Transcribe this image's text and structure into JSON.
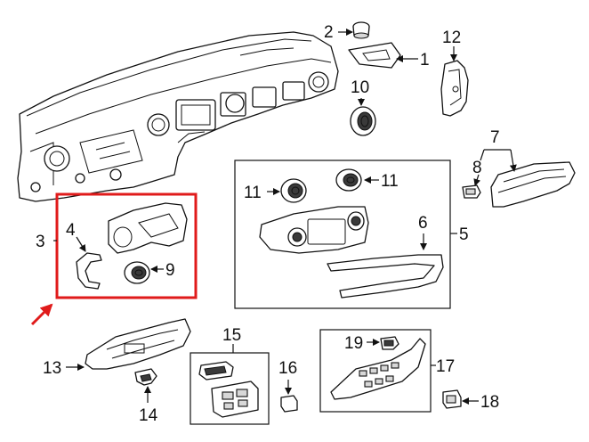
{
  "diagram": {
    "callouts": {
      "c1": "1",
      "c2": "2",
      "c3": "3",
      "c4": "4",
      "c5": "5",
      "c6": "6",
      "c7": "7",
      "c8": "8",
      "c9": "9",
      "c10": "10",
      "c11a": "11",
      "c11b": "11",
      "c12": "12",
      "c13": "13",
      "c14": "14",
      "c15": "15",
      "c16": "16",
      "c17": "17",
      "c18": "18",
      "c19": "19"
    },
    "highlight": {
      "color": "#e01b1b"
    }
  }
}
